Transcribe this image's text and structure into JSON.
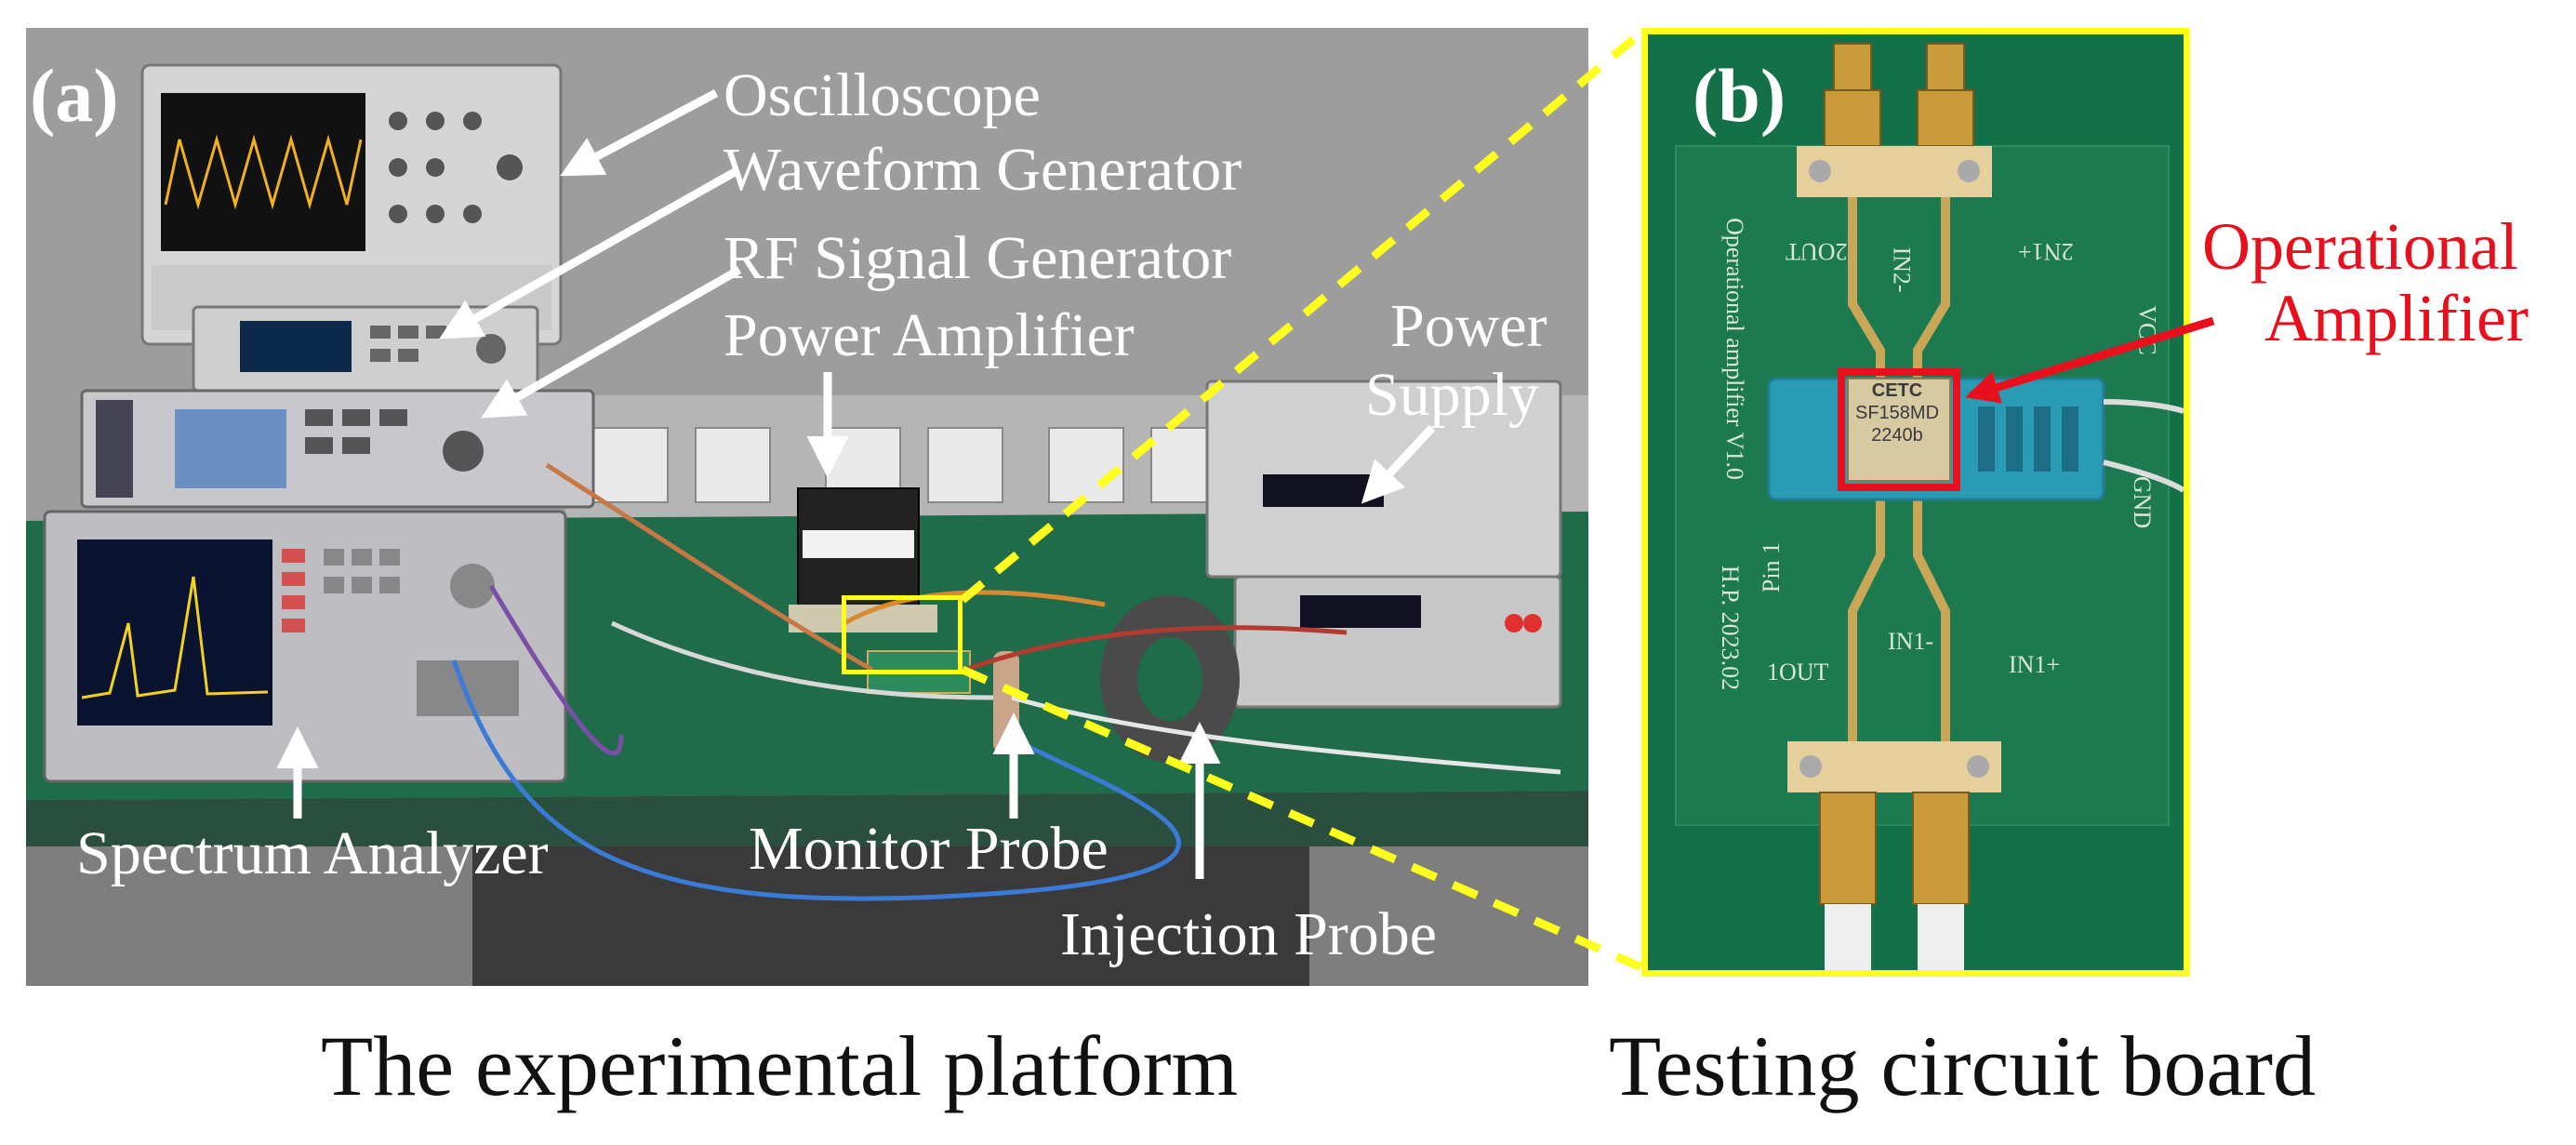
{
  "panel_a": {
    "letter": "(a)",
    "labels": {
      "oscilloscope": "Oscilloscope",
      "waveform_generator": "Waveform Generator",
      "rf_signal_generator": "RF Signal Generator",
      "power_amplifier": "Power Amplifier",
      "power_supply_line1": "Power",
      "power_supply_line2": "Supply",
      "spectrum_analyzer": "Spectrum Analyzer",
      "monitor_probe": "Monitor Probe",
      "injection_probe": "Injection Probe"
    },
    "caption": "The experimental platform"
  },
  "panel_b": {
    "letter": "(b)",
    "label_line1": "Operational",
    "label_line2": "Amplifier",
    "caption": "Testing circuit board",
    "board_text": {
      "title": "Operational amplifier V1.0",
      "date": "H.P. 2023.02",
      "pin1": "Pin 1",
      "out2": "2OUT",
      "in2n": "IN2-",
      "in2p": "2N1+",
      "out1": "1OUT",
      "in1n": "IN1-",
      "in1p": "IN1+",
      "gnd": "GND",
      "vcc": "VCC",
      "chip_brand": "CETC",
      "chip_part": "SF158MD",
      "chip_code": "2240b"
    }
  },
  "colors": {
    "highlight_yellow": "#ffff1e",
    "callout_red": "#e8101c",
    "bench_green": "#1f6b4a",
    "pcb_green": "#1d7a50"
  }
}
